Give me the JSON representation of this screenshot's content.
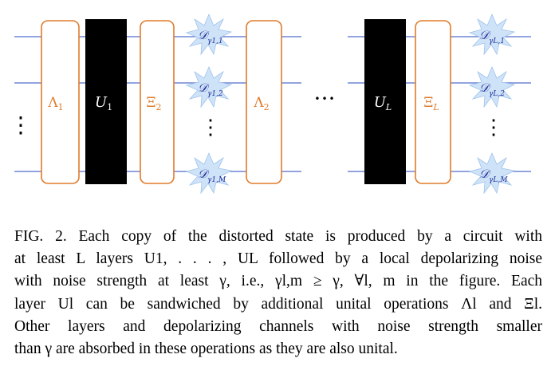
{
  "figure": {
    "colors": {
      "wire": "#6f86d6",
      "unital_box": "#e07b2a",
      "unitary_box": "#000000",
      "noise_star_fill": "#cfe3f8",
      "noise_label": "#1f2f9a"
    },
    "labels": {
      "lambda_1": "Λ",
      "lambda_1_sub": "1",
      "u_1": "U",
      "u_1_sub": "1",
      "xi_2": "Ξ",
      "xi_2_sub": "2",
      "lambda_2": "Λ",
      "lambda_2_sub": "2",
      "u_L": "U",
      "u_L_sub": "L",
      "xi_L": "Ξ",
      "xi_L_sub": "L",
      "noise_symbol": "𝒟",
      "noise_1_1": "γ1,1",
      "noise_1_2": "γ1,2",
      "noise_1_M": "γ1,M",
      "noise_L_1": "γL,1",
      "noise_L_2": "γL,2",
      "noise_L_M": "γL,M",
      "horizontal_ellipsis": "•••",
      "vertical_dots": "⋮"
    }
  },
  "caption": {
    "lines": [
      "FIG. 2. Each copy of the distorted state is produced by a circuit with",
      "at least L layers U1, . . . , UL followed by a local depolarizing noise",
      "with noise strength at least γ, i.e., γl,m ≥ γ, ∀l, m in the figure. Each",
      "layer Ul can be sandwiched by additional unital operations Λl and Ξl.",
      "Other layers and depolarizing channels with noise strength smaller",
      "than γ are absorbed in these operations as they are also unital."
    ]
  }
}
